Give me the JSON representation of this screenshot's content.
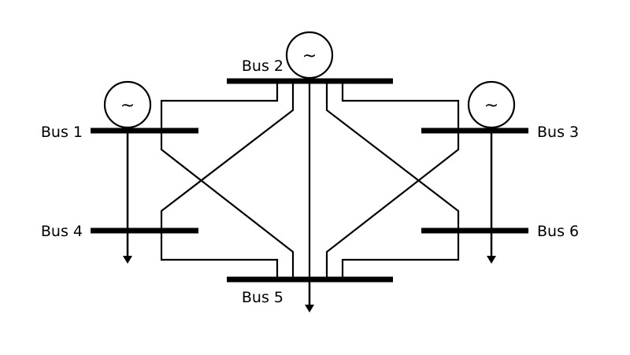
{
  "buses": [
    {
      "id": "bus1",
      "label": "Bus 1"
    },
    {
      "id": "bus2",
      "label": "Bus 2"
    },
    {
      "id": "bus3",
      "label": "Bus 3"
    },
    {
      "id": "bus4",
      "label": "Bus 4"
    },
    {
      "id": "bus5",
      "label": "Bus 5"
    },
    {
      "id": "bus6",
      "label": "Bus 6"
    }
  ],
  "generator_symbol": "~",
  "generators": [
    "bus1",
    "bus2",
    "bus3"
  ],
  "loads": [
    "bus4",
    "bus5",
    "bus6"
  ],
  "lines": [
    [
      "bus1",
      "bus2"
    ],
    [
      "bus1",
      "bus5"
    ],
    [
      "bus2",
      "bus3"
    ],
    [
      "bus2",
      "bus4"
    ],
    [
      "bus2",
      "bus5"
    ],
    [
      "bus2",
      "bus6"
    ],
    [
      "bus3",
      "bus5"
    ],
    [
      "bus4",
      "bus5"
    ],
    [
      "bus5",
      "bus6"
    ]
  ]
}
